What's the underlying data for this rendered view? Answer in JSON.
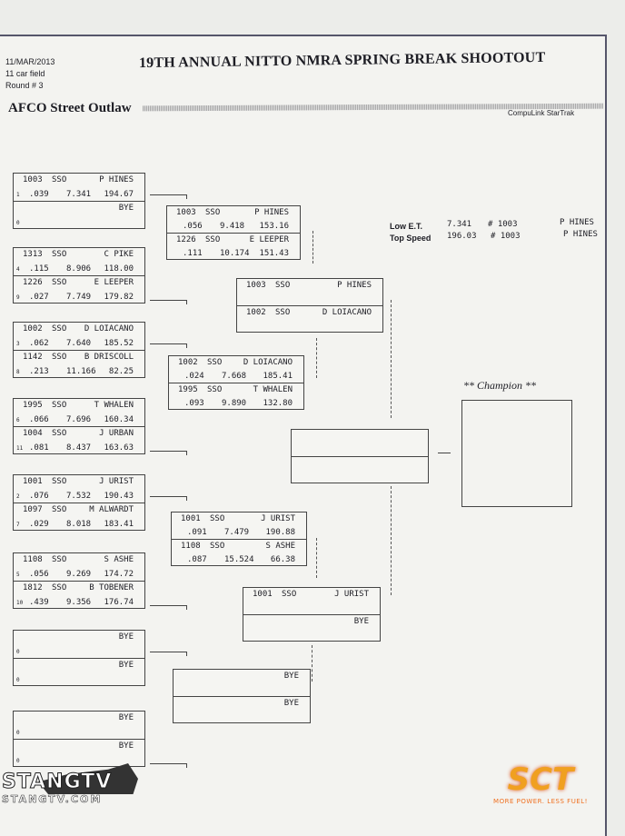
{
  "header": {
    "date": "11/MAR/2013",
    "field": "11 car field",
    "round": "Round # 3",
    "title": "19TH ANNUAL NITTO NMRA SPRING BREAK SHOOTOUT",
    "class_name": "AFCO Street Outlaw",
    "system": "CompuLink StarTrak"
  },
  "stats": {
    "low_et_label": "Low  E.T.",
    "low_et": "7.341",
    "low_et_car": "# 1003",
    "low_et_driver": "P HINES",
    "top_speed_label": "Top Speed",
    "top_speed": "196.03",
    "top_speed_car": "# 1003",
    "top_speed_driver": "P HINES"
  },
  "champion_label": "** Champion **",
  "round1": [
    [
      {
        "car": "1003",
        "cls": "SSO",
        "name": "P HINES",
        "seed": "1",
        "rt": ".039",
        "et": "7.341",
        "mph": "194.67"
      },
      {
        "name": "BYE",
        "seed": "0"
      }
    ],
    [
      {
        "car": "1313",
        "cls": "SSO",
        "name": "C PIKE",
        "seed": "4",
        "rt": ".115",
        "et": "8.906",
        "mph": "118.00"
      },
      {
        "car": "1226",
        "cls": "SSO",
        "name": "E LEEPER",
        "seed": "9",
        "rt": ".027",
        "et": "7.749",
        "mph": "179.82"
      }
    ],
    [
      {
        "car": "1002",
        "cls": "SSO",
        "name": "D LOIACANO",
        "seed": "3",
        "rt": ".062",
        "et": "7.640",
        "mph": "185.52"
      },
      {
        "car": "1142",
        "cls": "SSO",
        "name": "B DRISCOLL",
        "seed": "8",
        "rt": ".213",
        "et": "11.166",
        "mph": "82.25"
      }
    ],
    [
      {
        "car": "1995",
        "cls": "SSO",
        "name": "T WHALEN",
        "seed": "6",
        "rt": ".066",
        "et": "7.696",
        "mph": "160.34"
      },
      {
        "car": "1004",
        "cls": "SSO",
        "name": "J URBAN",
        "seed": "11",
        "rt": ".081",
        "et": "8.437",
        "mph": "163.63"
      }
    ],
    [
      {
        "car": "1001",
        "cls": "SSO",
        "name": "J URIST",
        "seed": "2",
        "rt": ".076",
        "et": "7.532",
        "mph": "190.43"
      },
      {
        "car": "1097",
        "cls": "SSO",
        "name": "M ALWARDT",
        "seed": "7",
        "rt": ".029",
        "et": "8.018",
        "mph": "183.41"
      }
    ],
    [
      {
        "car": "1108",
        "cls": "SSO",
        "name": "S ASHE",
        "seed": "5",
        "rt": ".056",
        "et": "9.269",
        "mph": "174.72"
      },
      {
        "car": "1812",
        "cls": "SSO",
        "name": "B TOBENER",
        "seed": "10",
        "rt": ".439",
        "et": "9.356",
        "mph": "176.74"
      }
    ],
    [
      {
        "name": "BYE",
        "seed": "0"
      },
      {
        "name": "BYE",
        "seed": "0"
      }
    ],
    [
      {
        "name": "BYE",
        "seed": "0"
      },
      {
        "name": "BYE",
        "seed": "0"
      }
    ]
  ],
  "round2": [
    [
      {
        "car": "1003",
        "cls": "SSO",
        "name": "P HINES",
        "rt": ".056",
        "et": "9.418",
        "mph": "153.16"
      },
      {
        "car": "1226",
        "cls": "SSO",
        "name": "E LEEPER",
        "rt": ".111",
        "et": "10.174",
        "mph": "151.43"
      }
    ],
    [
      {
        "car": "1002",
        "cls": "SSO",
        "name": "D LOIACANO",
        "rt": ".024",
        "et": "7.668",
        "mph": "185.41"
      },
      {
        "car": "1995",
        "cls": "SSO",
        "name": "T WHALEN",
        "rt": ".093",
        "et": "9.890",
        "mph": "132.80"
      }
    ],
    [
      {
        "car": "1001",
        "cls": "SSO",
        "name": "J URIST",
        "rt": ".091",
        "et": "7.479",
        "mph": "190.88"
      },
      {
        "car": "1108",
        "cls": "SSO",
        "name": "S ASHE",
        "rt": ".087",
        "et": "15.524",
        "mph": "66.38"
      }
    ],
    [
      {
        "name": "BYE"
      },
      {
        "name": "BYE"
      }
    ]
  ],
  "round3": [
    [
      {
        "car": "1003",
        "cls": "SSO",
        "name": "P HINES"
      },
      {
        "car": "1002",
        "cls": "SSO",
        "name": "D LOIACANO"
      }
    ],
    [
      {
        "car": "1001",
        "cls": "SSO",
        "name": "J URIST"
      },
      {
        "name": "BYE"
      }
    ]
  ],
  "final": [
    {},
    {}
  ],
  "logos": {
    "left": "STANGTV",
    "left_url": "STANGTV.COM",
    "right": "SCT",
    "right_tag": "MORE POWER. LESS FUEL!"
  }
}
